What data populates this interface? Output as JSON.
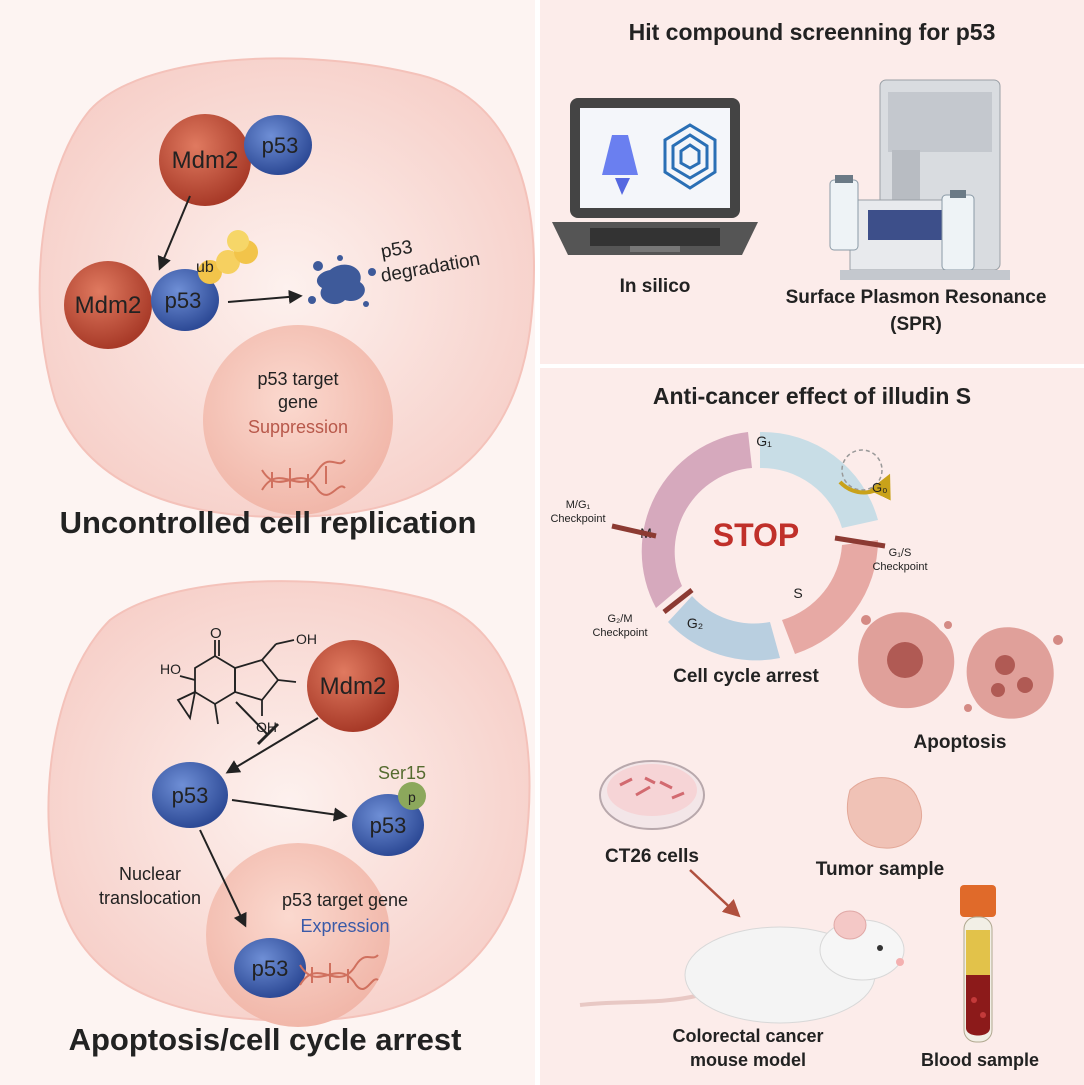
{
  "top_left": {
    "mdm2_top": "Mdm2",
    "p53_top": "p53",
    "mdm2_bottom": "Mdm2",
    "p53_bottom": "p53",
    "ub": "ub",
    "degradation_line1": "p53",
    "degradation_line2": "degradation",
    "nucleus_line1": "p53 target",
    "nucleus_line2": "gene",
    "nucleus_line3": "Suppression",
    "caption": "Uncontrolled cell replication"
  },
  "bottom_left": {
    "mdm2": "Mdm2",
    "p53_main": "p53",
    "p53_phospho": "p53",
    "ser15": "Ser15",
    "p_label": "p",
    "nuclear_line1": "Nuclear",
    "nuclear_line2": "translocation",
    "nucleus_line1": "p53 target gene",
    "nucleus_line2": "Expression",
    "p53_nucleus": "p53",
    "molecule_ho": "HO",
    "molecule_oh_top": "OH",
    "molecule_oh_bottom": "OH",
    "molecule_o": "O",
    "caption": "Apoptosis/cell cycle arrest"
  },
  "top_right": {
    "title": "Hit compound screenning for p53",
    "in_silico": "In silico",
    "spr_line1": "Surface Plasmon Resonance",
    "spr_line2": "(SPR)"
  },
  "bottom_right": {
    "title": "Anti-cancer effect of illudin S",
    "g1": "G₁",
    "g0": "G₀",
    "s": "S",
    "g2": "G₂",
    "m": "M",
    "stop": "STOP",
    "m_g1_line1": "M/G₁",
    "m_g1_line2": "Checkpoint",
    "g1_s_line1": "G₁/S",
    "g1_s_line2": "Checkpoint",
    "g2_m_line1": "G₂/M",
    "g2_m_line2": "Checkpoint",
    "cell_cycle_arrest": "Cell cycle arrest",
    "apoptosis": "Apoptosis",
    "ct26": "CT26 cells",
    "tumor": "Tumor sample",
    "mouse_line1": "Colorectal cancer",
    "mouse_line2": "mouse model",
    "blood": "Blood sample"
  },
  "colors": {
    "mdm2": "#c0503a",
    "p53": "#3a5aa8",
    "cell": "#f8d7d2",
    "panel": "#fcecea",
    "nucleus": "#f6c4b8",
    "ub": "#f2c44a",
    "stop": "#c0302a"
  }
}
